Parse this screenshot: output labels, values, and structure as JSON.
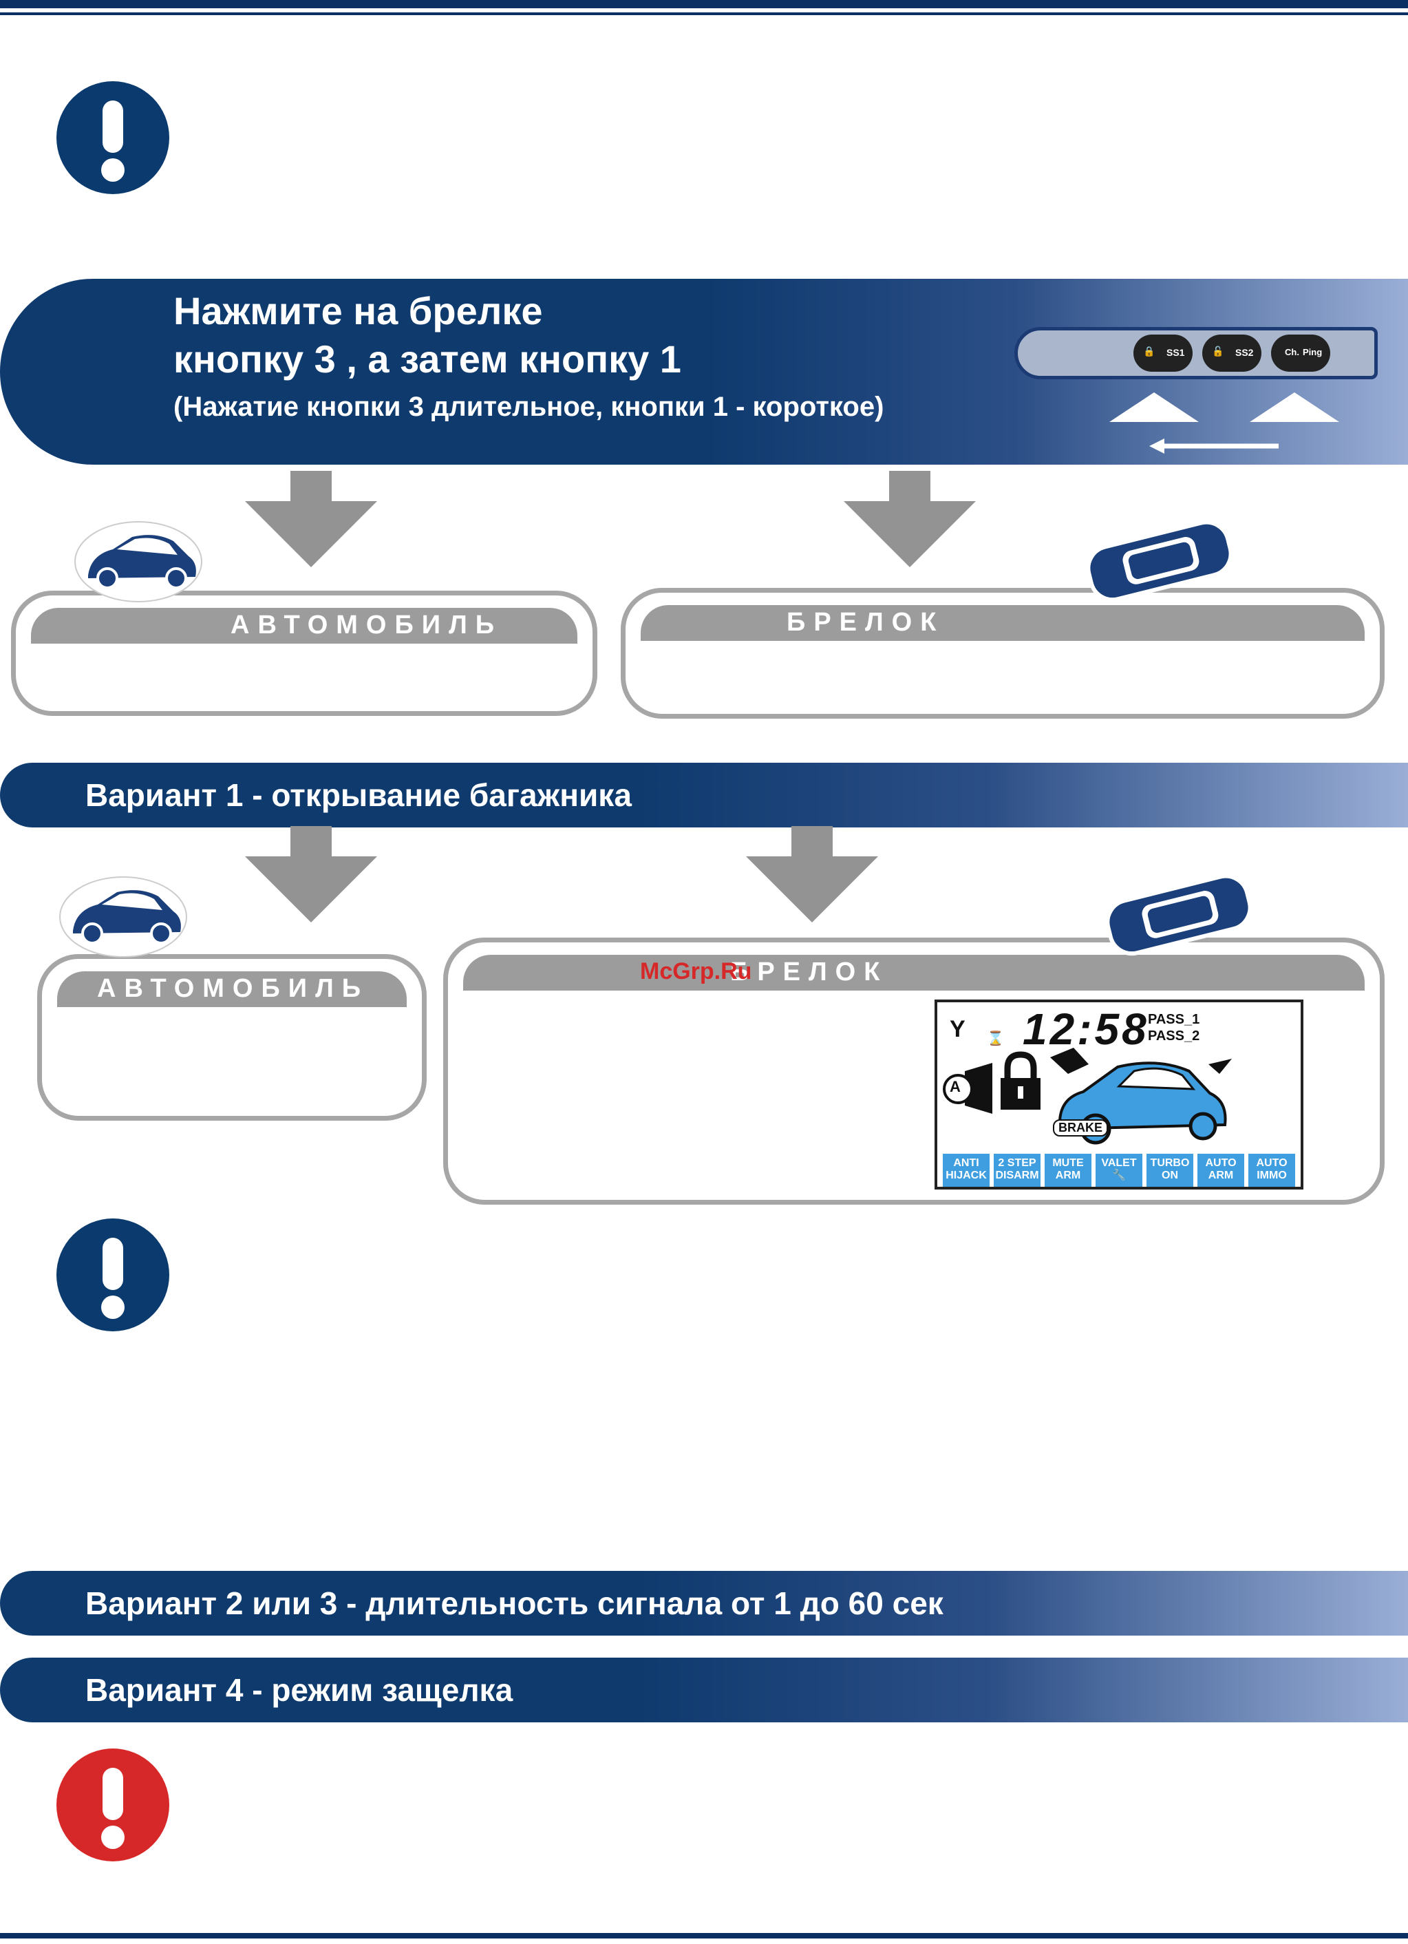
{
  "colors": {
    "navy": "#0b2e63",
    "red": "#d62828",
    "gray": "#9c9c9c",
    "lcd_blue": "#3f9ee0"
  },
  "icons": [
    "exclamation-icon",
    "keyfob-icon",
    "car-icon",
    "pager-remote-icon",
    "down-arrow-icon"
  ],
  "instruction": {
    "line1": "Нажмите на брелке",
    "line2": "кнопку 3 , а затем кнопку 1",
    "note": "(Нажатие кнопки 3 длительное, кнопки 1 - короткое)"
  },
  "keyfob": {
    "btn1": "SS1",
    "btn2": "SS2",
    "btn3_top": "Ch.",
    "btn3_bottom": "Ping"
  },
  "labels": {
    "car": "АВТОМОБИЛЬ",
    "remote": "БРЕЛОК"
  },
  "variants": {
    "v1": "Вариант 1 - открывание багажника",
    "v23": "Вариант 2 или 3  - длительность сигнала от 1 до 60 сек",
    "v4": "Вариант 4 - режим защелка"
  },
  "watermark": "McGrp.Ru",
  "lcd": {
    "time": "12:58",
    "pass1": "PASS_1",
    "pass2": "PASS_2",
    "brake": "BRAKE",
    "auto_letter": "A",
    "cells": [
      [
        "ANTI",
        "HIJACK"
      ],
      [
        "2 STEP",
        "DISARM"
      ],
      [
        "MUTE",
        "ARM"
      ],
      [
        "VALET",
        ""
      ],
      [
        "TURBO",
        "ON"
      ],
      [
        "AUTO",
        "ARM"
      ],
      [
        "AUTO",
        "IMMO"
      ]
    ]
  }
}
